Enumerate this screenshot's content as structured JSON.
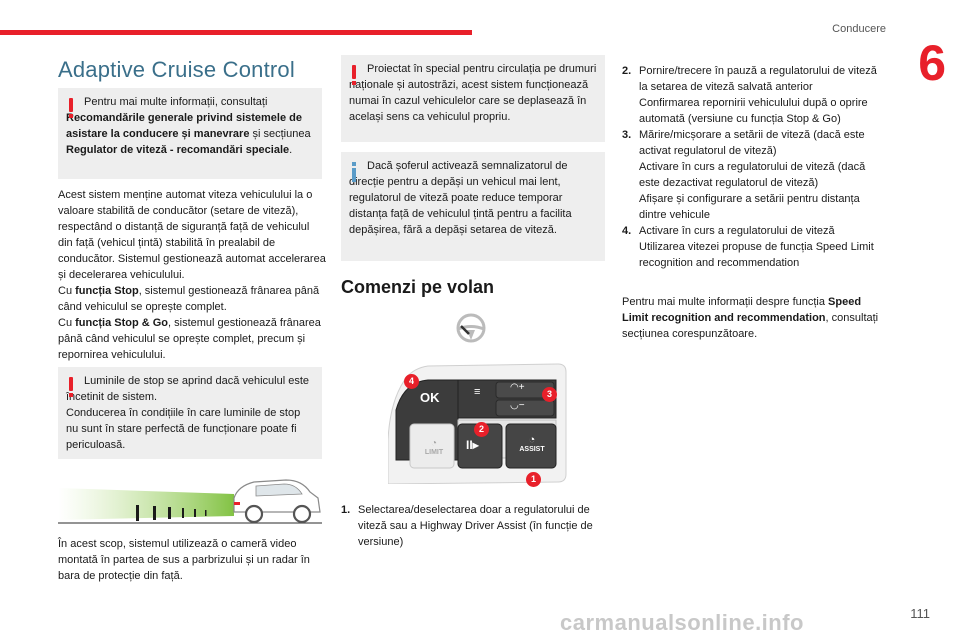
{
  "header": {
    "chapter_title": "Conducere",
    "chapter_number": "6"
  },
  "col1": {
    "section_title": "Adaptive Cruise Control",
    "note1": {
      "type": "warning",
      "t1": "Pentru mai multe informații, consultați ",
      "b1": "Recomandările generale privind sistemele de asistare la conducere și manevrare",
      "t2": " și secțiunea ",
      "b2": "Regulator de viteză - recomandări speciale",
      "t3": "."
    },
    "para1": {
      "t1": "Acest sistem menține automat viteza vehiculului la o valoare stabilită de conducător (setare de viteză), respectând o distanță de siguranță față de vehiculul din față (vehicul țintă) stabilită în prealabil de conducător. Sistemul gestionează automat accelerarea și decelerarea vehiculului.",
      "t2": "Cu ",
      "b1": "funcția Stop",
      "t3": ", sistemul gestionează frânarea până când vehiculul se oprește complet.",
      "t4": "Cu ",
      "b2": "funcția Stop & Go",
      "t5": ", sistemul gestionează frânarea până când vehiculul se oprește complet, precum și repornirea vehiculului."
    },
    "note2": {
      "type": "warning",
      "line1": "Luminile de stop se aprind dacă vehiculul este încetinit de sistem.",
      "line2": "Conducerea în condițiile în care luminile de stop nu sunt în stare perfectă de funcționare poate fi periculoasă."
    },
    "para2": "În acest scop, sistemul utilizează o cameră video montată în partea de sus a parbrizului și un radar în bara de protecție din față."
  },
  "col2": {
    "note3": {
      "type": "warning",
      "text": "Proiectat în special pentru circulația pe drumuri naționale și autostrăzi, acest sistem funcționează numai în cazul vehiculelor care se deplasează în același sens ca vehiculul propriu."
    },
    "note4": {
      "type": "info",
      "text": "Dacă șoferul activează semnalizatorul de direcție pentru a depăși un vehicul mai lent, regulatorul de viteză poate reduce temporar distanța față de vehiculul țintă pentru a facilita depășirea, fără a depăși setarea de viteză."
    },
    "subtitle": "Comenzi pe volan",
    "panel": {
      "ok_label": "OK",
      "limit_label": "LIMIT",
      "assist_label": "ASSIST",
      "plus_sign": "+",
      "minus_sign": "−",
      "badges": [
        "1",
        "2",
        "3",
        "4"
      ]
    },
    "list": [
      {
        "num": "1.",
        "text": "Selectarea/deselectarea doar a regulatorului de viteză sau a Highway Driver Assist (în funcție de versiune)"
      }
    ]
  },
  "col3": {
    "list": [
      {
        "num": "2.",
        "lines": [
          "Pornire/trecere în pauză a regulatorului de viteză la setarea de viteză salvată anterior",
          "Confirmarea repornirii vehiculului după o oprire automată (versiune cu funcția Stop & Go)"
        ]
      },
      {
        "num": "3.",
        "lines": [
          "Mărire/micșorare a setării de viteză (dacă este activat regulatorul de viteză)",
          "Activare în curs a regulatorului de viteză (dacă este dezactivat regulatorul de viteză)",
          "Afișare și configurare a setării pentru distanța dintre vehicule"
        ]
      },
      {
        "num": "4.",
        "lines": [
          "Activare în curs a regulatorului de viteză",
          "Utilizarea vitezei propuse de funcția Speed Limit recognition and recommendation"
        ]
      }
    ],
    "para": {
      "t1": "Pentru mai multe informații despre funcția ",
      "b1": "Speed Limit recognition and recommendation",
      "t2": ", consultați secțiunea corespunzătoare."
    }
  },
  "footer": {
    "page_number": "111",
    "watermark": "carmanualsonline.info"
  },
  "colors": {
    "accent_red": "#e8202a",
    "title_blue": "#3a6f8a",
    "info_blue": "#5b9cc8",
    "note_bg": "#eeeeee"
  }
}
